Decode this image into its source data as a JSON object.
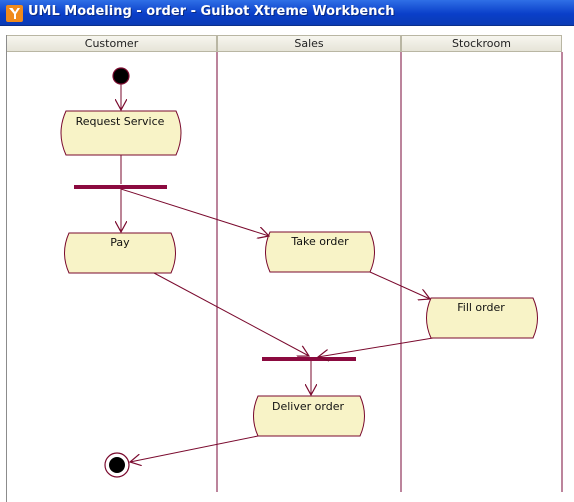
{
  "window": {
    "title": "UML Modeling - order - Guibot Xtreme Workbench",
    "icon": "guibot-logo-icon"
  },
  "lanes": [
    {
      "name": "Customer"
    },
    {
      "name": "Sales"
    },
    {
      "name": "Stockroom"
    }
  ],
  "activities": {
    "request_service": "Request Service",
    "pay": "Pay",
    "take_order": "Take order",
    "fill_order": "Fill order",
    "deliver_order": "Deliver order"
  },
  "colors": {
    "node_fill": "#f8f3c7",
    "node_stroke": "#7a0a2e",
    "bar": "#8b0a3f",
    "lane_line": "#7a0a3a"
  }
}
